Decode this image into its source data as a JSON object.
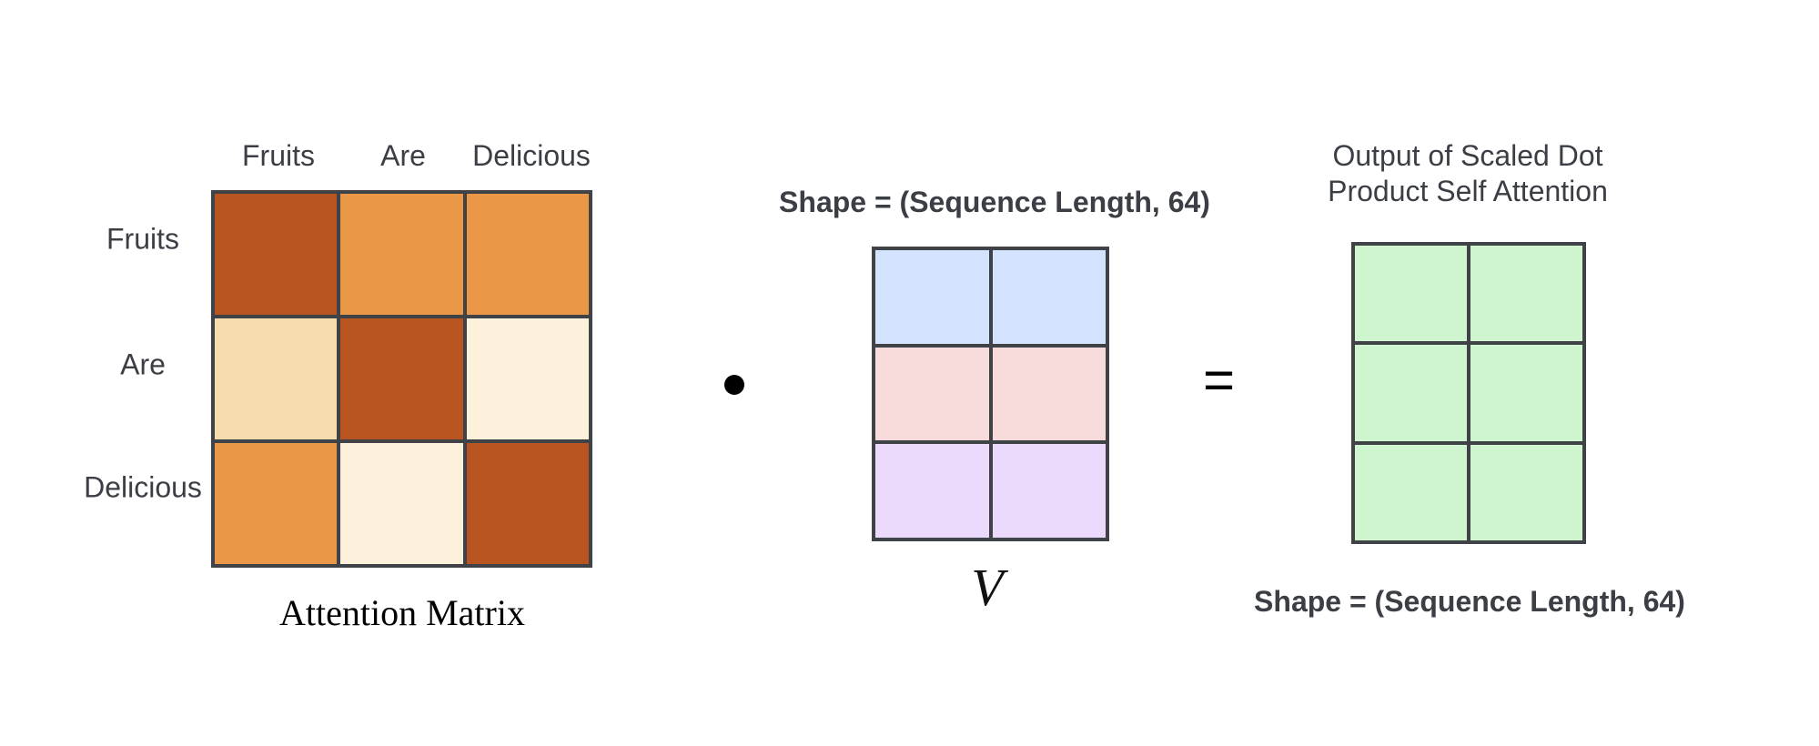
{
  "attention": {
    "col_labels": [
      "Fruits",
      "Are",
      "Delicious"
    ],
    "row_labels": [
      "Fruits",
      "Are",
      "Delicious"
    ],
    "cell_colors": [
      [
        "#b95520",
        "#ea9848",
        "#ea9848"
      ],
      [
        "#f7ddae",
        "#b95520",
        "#fdf1dc"
      ],
      [
        "#ea9848",
        "#fdf1dc",
        "#b95520"
      ]
    ],
    "caption": "Attention Matrix"
  },
  "operators": {
    "dot": "•",
    "equals": "="
  },
  "v_matrix": {
    "shape_label": "Shape = (Sequence Length,  64)",
    "symbol": "V",
    "row_colors": [
      "#d3e3fd",
      "#f8dcdc",
      "#ecdafd"
    ]
  },
  "output": {
    "title_line1": "Output of Scaled Dot",
    "title_line2": "Product Self Attention",
    "shape_label": "Shape = (Sequence Length,  64)",
    "cell_color": "#cff5cf"
  }
}
